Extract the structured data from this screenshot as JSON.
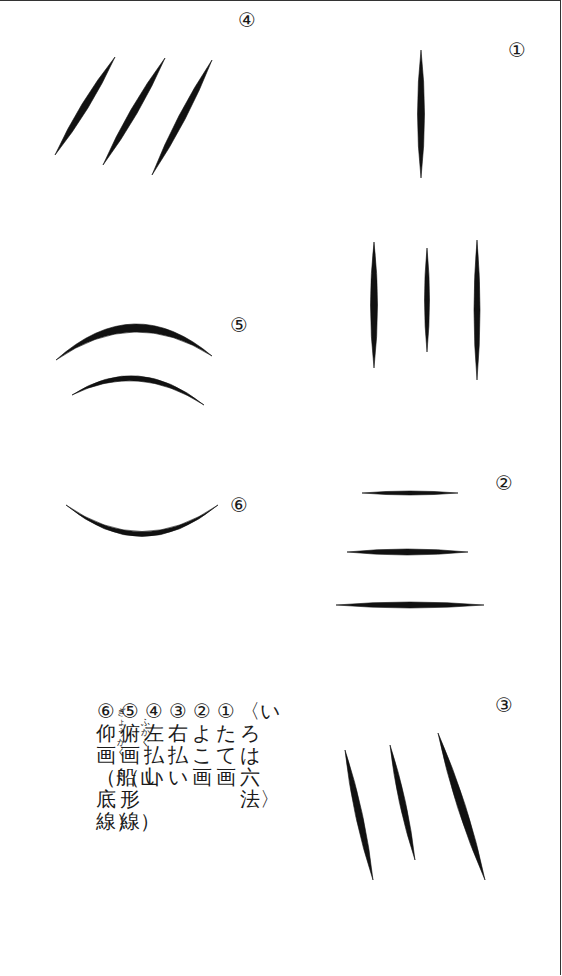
{
  "diagram": {
    "labels": [
      "④",
      "①",
      "⑤",
      "②",
      "⑥",
      "③",
      "〈いろは六法〉",
      "①たて画",
      "②よこ画",
      "③右払い",
      "④左払い",
      "⑤俯画（山形線）",
      "ふかく",
      "⑥仰画（船底線）",
      "ぎょうかく"
    ]
  }
}
